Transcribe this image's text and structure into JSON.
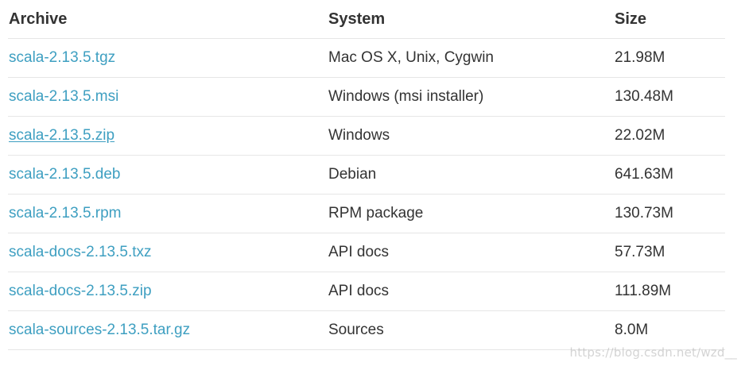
{
  "table": {
    "headers": [
      "Archive",
      "System",
      "Size"
    ],
    "rows": [
      {
        "archive": "scala-2.13.5.tgz",
        "system": "Mac OS X, Unix, Cygwin",
        "size": "21.98M"
      },
      {
        "archive": "scala-2.13.5.msi",
        "system": "Windows (msi installer)",
        "size": "130.48M"
      },
      {
        "archive": "scala-2.13.5.zip",
        "system": "Windows",
        "size": "22.02M"
      },
      {
        "archive": "scala-2.13.5.deb",
        "system": "Debian",
        "size": "641.63M"
      },
      {
        "archive": "scala-2.13.5.rpm",
        "system": "RPM package",
        "size": "130.73M"
      },
      {
        "archive": "scala-docs-2.13.5.txz",
        "system": "API docs",
        "size": "57.73M"
      },
      {
        "archive": "scala-docs-2.13.5.zip",
        "system": "API docs",
        "size": "111.89M"
      },
      {
        "archive": "scala-sources-2.13.5.tar.gz",
        "system": "Sources",
        "size": "8.0M"
      }
    ]
  },
  "colors": {
    "link": "#3e9fc1",
    "text": "#333333",
    "divider": "#e6e6e6"
  },
  "watermark": "https://blog.csdn.net/wzd__"
}
